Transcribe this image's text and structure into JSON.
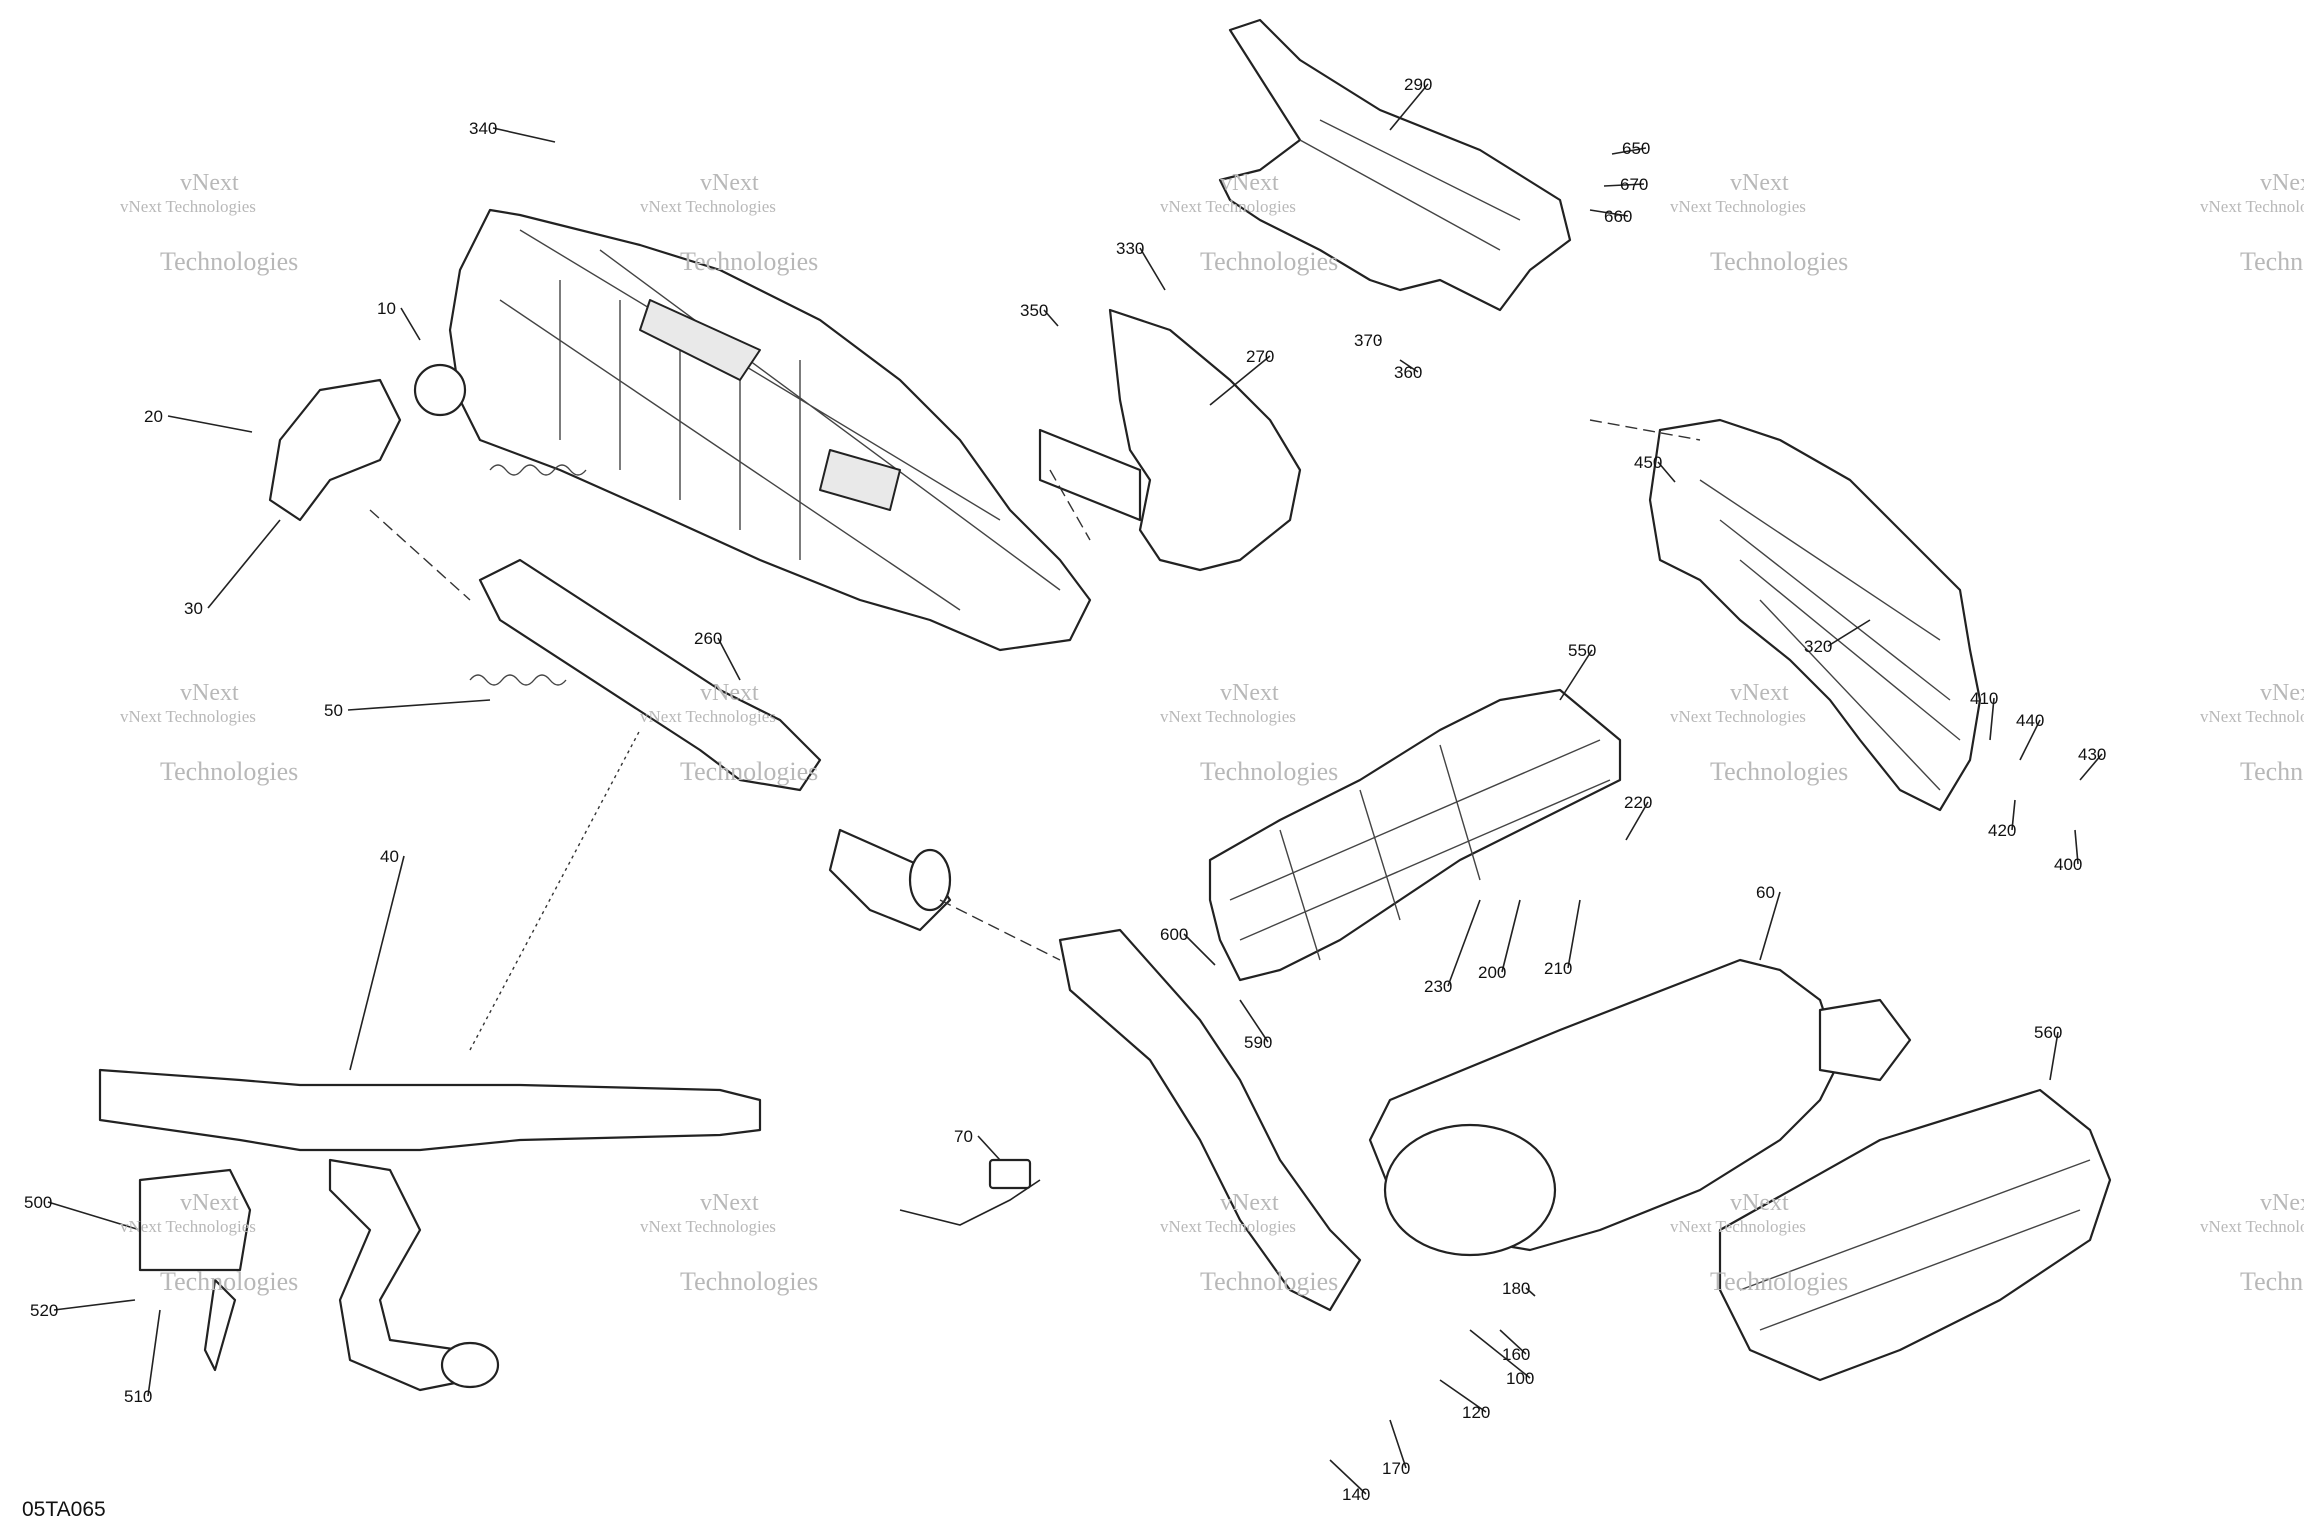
{
  "diagram": {
    "reference_code": "05TA065",
    "watermark": {
      "line1": "vNext Technologies",
      "line2": "Technologies",
      "line3": "vNext"
    },
    "callouts": [
      "340",
      "290",
      "650",
      "670",
      "660",
      "330",
      "350",
      "270",
      "10",
      "20",
      "30",
      "50",
      "260",
      "40",
      "370",
      "360",
      "450",
      "320",
      "410",
      "440",
      "430",
      "420",
      "400",
      "550",
      "220",
      "230",
      "200",
      "210",
      "60",
      "600",
      "590",
      "70",
      "500",
      "520",
      "510",
      "180",
      "160",
      "100",
      "120",
      "170",
      "140",
      "560"
    ]
  }
}
